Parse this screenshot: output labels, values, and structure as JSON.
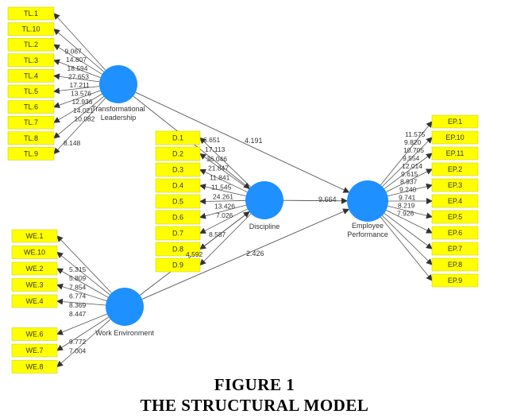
{
  "colors": {
    "indicator": "#ffff00",
    "construct": "#1e90ff",
    "line": "#555555",
    "text": "#333333"
  },
  "constructs": [
    {
      "id": "TL",
      "label_lines": [
        "Transformational",
        "Leadership"
      ]
    },
    {
      "id": "D",
      "label_lines": [
        "Discipline"
      ]
    },
    {
      "id": "EP",
      "label_lines": [
        "Employee",
        "Performance"
      ]
    },
    {
      "id": "WE",
      "label_lines": [
        "Work Environment"
      ]
    }
  ],
  "indicator_groups": [
    {
      "construct": "TL",
      "items": [
        {
          "label": "TL.1",
          "loading": ""
        },
        {
          "label": "TL.10",
          "loading": "9.067"
        },
        {
          "label": "TL.2",
          "loading": "14.807"
        },
        {
          "label": "TL.3",
          "loading": "18.594"
        },
        {
          "label": "TL.4",
          "loading": "27.653"
        },
        {
          "label": "TL.5",
          "loading": "17.211"
        },
        {
          "label": "TL.6",
          "loading": "13.576"
        },
        {
          "label": "TL.7",
          "loading": "12.936"
        },
        {
          "label": "TL.8",
          "loading": "14.021"
        },
        {
          "label": "TL.9",
          "loading": "10.082"
        }
      ],
      "extra_loadings": [
        "8.148"
      ]
    },
    {
      "construct": "D",
      "items": [
        {
          "label": "D.1",
          "loading": "6.651"
        },
        {
          "label": "D.2",
          "loading": "17.113"
        },
        {
          "label": "D.3",
          "loading": "36.046"
        },
        {
          "label": "D.4",
          "loading": "21.847"
        },
        {
          "label": "D.5",
          "loading": "11.841"
        },
        {
          "label": "D.6",
          "loading": "11.545"
        },
        {
          "label": "D.7",
          "loading": "24.261"
        },
        {
          "label": "D.8",
          "loading": "13.426"
        },
        {
          "label": "D.9",
          "loading": "7.026"
        }
      ],
      "extra_loadings": [
        "8.587",
        "4.592"
      ]
    },
    {
      "construct": "EP",
      "items": [
        {
          "label": "EP.1",
          "loading": "11.575"
        },
        {
          "label": "EP.10",
          "loading": "9.820"
        },
        {
          "label": "EP.11",
          "loading": "10.705"
        },
        {
          "label": "EP.2",
          "loading": "9.554"
        },
        {
          "label": "EP.3",
          "loading": "12.014"
        },
        {
          "label": "EP.4",
          "loading": "9.615"
        },
        {
          "label": "EP.5",
          "loading": "8.937"
        },
        {
          "label": "EP.6",
          "loading": "9.240"
        },
        {
          "label": "EP.7",
          "loading": "9.741"
        },
        {
          "label": "EP.8",
          "loading": "8.219"
        },
        {
          "label": "EP.9",
          "loading": "7.926"
        }
      ],
      "extra_loadings": []
    },
    {
      "construct": "WE",
      "items": [
        {
          "label": "WE.1",
          "loading": "5.315"
        },
        {
          "label": "WE.10",
          "loading": "5.809"
        },
        {
          "label": "WE.2",
          "loading": "7.854"
        },
        {
          "label": "WE.3",
          "loading": "6.774"
        },
        {
          "label": "WE.4",
          "loading": "8.369"
        },
        {
          "label": "WE.6",
          "loading": "8.447"
        },
        {
          "label": "WE.7",
          "loading": "9.772"
        },
        {
          "label": "WE.8",
          "loading": "7.004"
        }
      ],
      "extra_loadings": []
    }
  ],
  "paths": [
    {
      "from": "TL",
      "to": "EP",
      "value": "4.191"
    },
    {
      "from": "TL",
      "to": "D",
      "value": ""
    },
    {
      "from": "D",
      "to": "EP",
      "value": "9.664"
    },
    {
      "from": "WE",
      "to": "EP",
      "value": "2.426"
    },
    {
      "from": "WE",
      "to": "D",
      "value": ""
    }
  ],
  "caption": {
    "line1": "FIGURE 1",
    "line2": "THE STRUCTURAL MODEL"
  }
}
